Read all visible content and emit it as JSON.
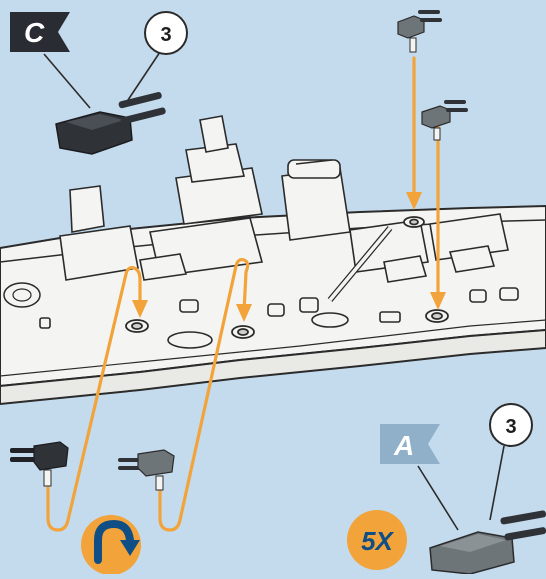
{
  "flags": {
    "top_left": "C",
    "bottom_right": "A"
  },
  "callouts": {
    "top_left_count": "3",
    "bottom_right_count": "3"
  },
  "badges": {
    "multiplier": "5X"
  },
  "colors": {
    "background": "#c4dbee",
    "hull": "#f4f4f2",
    "outline": "#2b2b2b",
    "arrow": "#f2a33a",
    "badge": "#f2a33a",
    "flag_dark": "#2a2c33",
    "flag_light": "#8fb0c8",
    "turret_dark": "#2f3237",
    "turret_grey": "#6d7579"
  },
  "icons": [
    "rotate-arrow-icon"
  ]
}
